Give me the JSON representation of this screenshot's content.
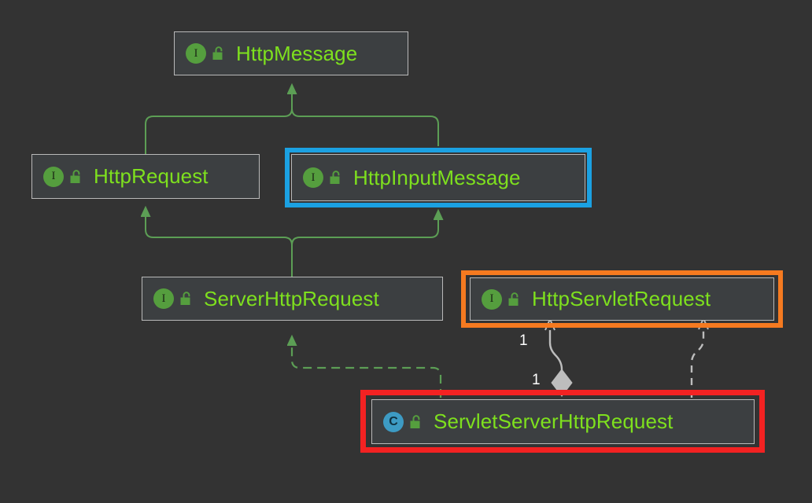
{
  "diagram": {
    "type": "uml-class-hierarchy",
    "background_color": "#333333",
    "node_fill_color": "#3c3f41",
    "node_border_color": "#b9b9b9",
    "label_color": "#7ee01e",
    "inheritance_edge_color": "#5c9e55",
    "association_edge_color": "#bdbdbd",
    "nodes": [
      {
        "id": "http-message",
        "label": "HttpMessage",
        "kind": "interface",
        "icon": "interface-icon",
        "lock": "unlocked-padlock-icon",
        "highlight": null
      },
      {
        "id": "http-request",
        "label": "HttpRequest",
        "kind": "interface",
        "icon": "interface-icon",
        "lock": "unlocked-padlock-icon",
        "highlight": null
      },
      {
        "id": "http-input-message",
        "label": "HttpInputMessage",
        "kind": "interface",
        "icon": "interface-icon",
        "lock": "unlocked-padlock-icon",
        "highlight": "#1ba1e2"
      },
      {
        "id": "server-http-request",
        "label": "ServerHttpRequest",
        "kind": "interface",
        "icon": "interface-icon",
        "lock": "unlocked-padlock-icon",
        "highlight": null
      },
      {
        "id": "http-servlet-request",
        "label": "HttpServletRequest",
        "kind": "interface",
        "icon": "interface-icon",
        "lock": "unlocked-padlock-icon",
        "highlight": "#f57a20"
      },
      {
        "id": "servlet-server-http-request",
        "label": "ServletServerHttpRequest",
        "kind": "class",
        "icon": "class-icon",
        "lock": "unlocked-padlock-icon",
        "highlight": "#f32222"
      }
    ],
    "icon_glyphs": {
      "interface": "I",
      "class": "C"
    },
    "edges": [
      {
        "from": "http-request",
        "to": "http-message",
        "style": "solid",
        "arrow": "filled-triangle",
        "relation": "extends"
      },
      {
        "from": "http-input-message",
        "to": "http-message",
        "style": "solid",
        "arrow": "filled-triangle",
        "relation": "extends"
      },
      {
        "from": "server-http-request",
        "to": "http-request",
        "style": "solid",
        "arrow": "filled-triangle",
        "relation": "extends"
      },
      {
        "from": "server-http-request",
        "to": "http-input-message",
        "style": "solid",
        "arrow": "filled-triangle",
        "relation": "extends"
      },
      {
        "from": "servlet-server-http-request",
        "to": "server-http-request",
        "style": "dashed",
        "arrow": "filled-triangle",
        "relation": "implements"
      },
      {
        "from": "servlet-server-http-request",
        "to": "http-servlet-request",
        "style": "solid",
        "arrow": "hollow-triangle",
        "relation": "aggregation",
        "source_multiplicity": "1",
        "target_multiplicity": "1"
      },
      {
        "from": "servlet-server-http-request",
        "to": "http-servlet-request",
        "style": "dashed",
        "arrow": "hollow-triangle",
        "relation": "implements"
      }
    ],
    "multiplicity_labels": [
      {
        "text": "1",
        "near": "http-servlet-request"
      },
      {
        "text": "1",
        "near": "servlet-server-http-request"
      }
    ]
  }
}
